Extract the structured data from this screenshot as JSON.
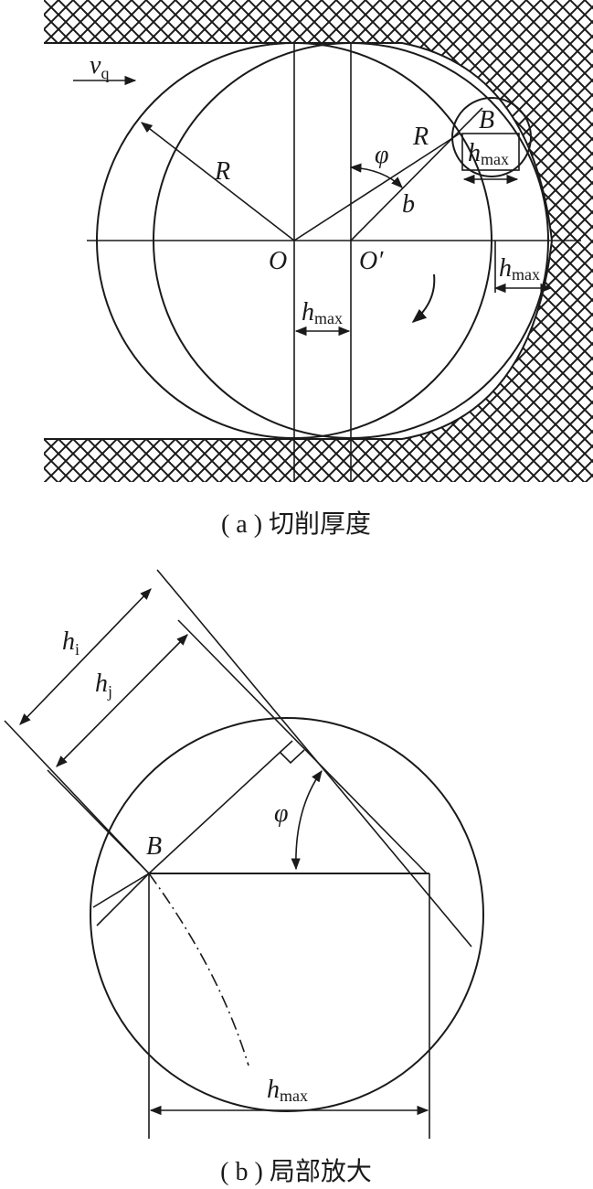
{
  "figure_a": {
    "caption": "( a ) 切削厚度",
    "labels": {
      "vq_main": "v",
      "vq_sub": "q",
      "R_left": "R",
      "R_right": "R",
      "phi": "φ",
      "b": "b",
      "B": "B",
      "O": "O",
      "O_prime": "O′",
      "h_main": "h",
      "max_sub": "max"
    }
  },
  "figure_b": {
    "caption": "( b ) 局部放大",
    "labels": {
      "hi_main": "h",
      "hi_sub": "i",
      "hj_main": "h",
      "hj_sub": "j",
      "phi": "φ",
      "B": "B",
      "h_main": "h",
      "max_sub": "max"
    }
  }
}
